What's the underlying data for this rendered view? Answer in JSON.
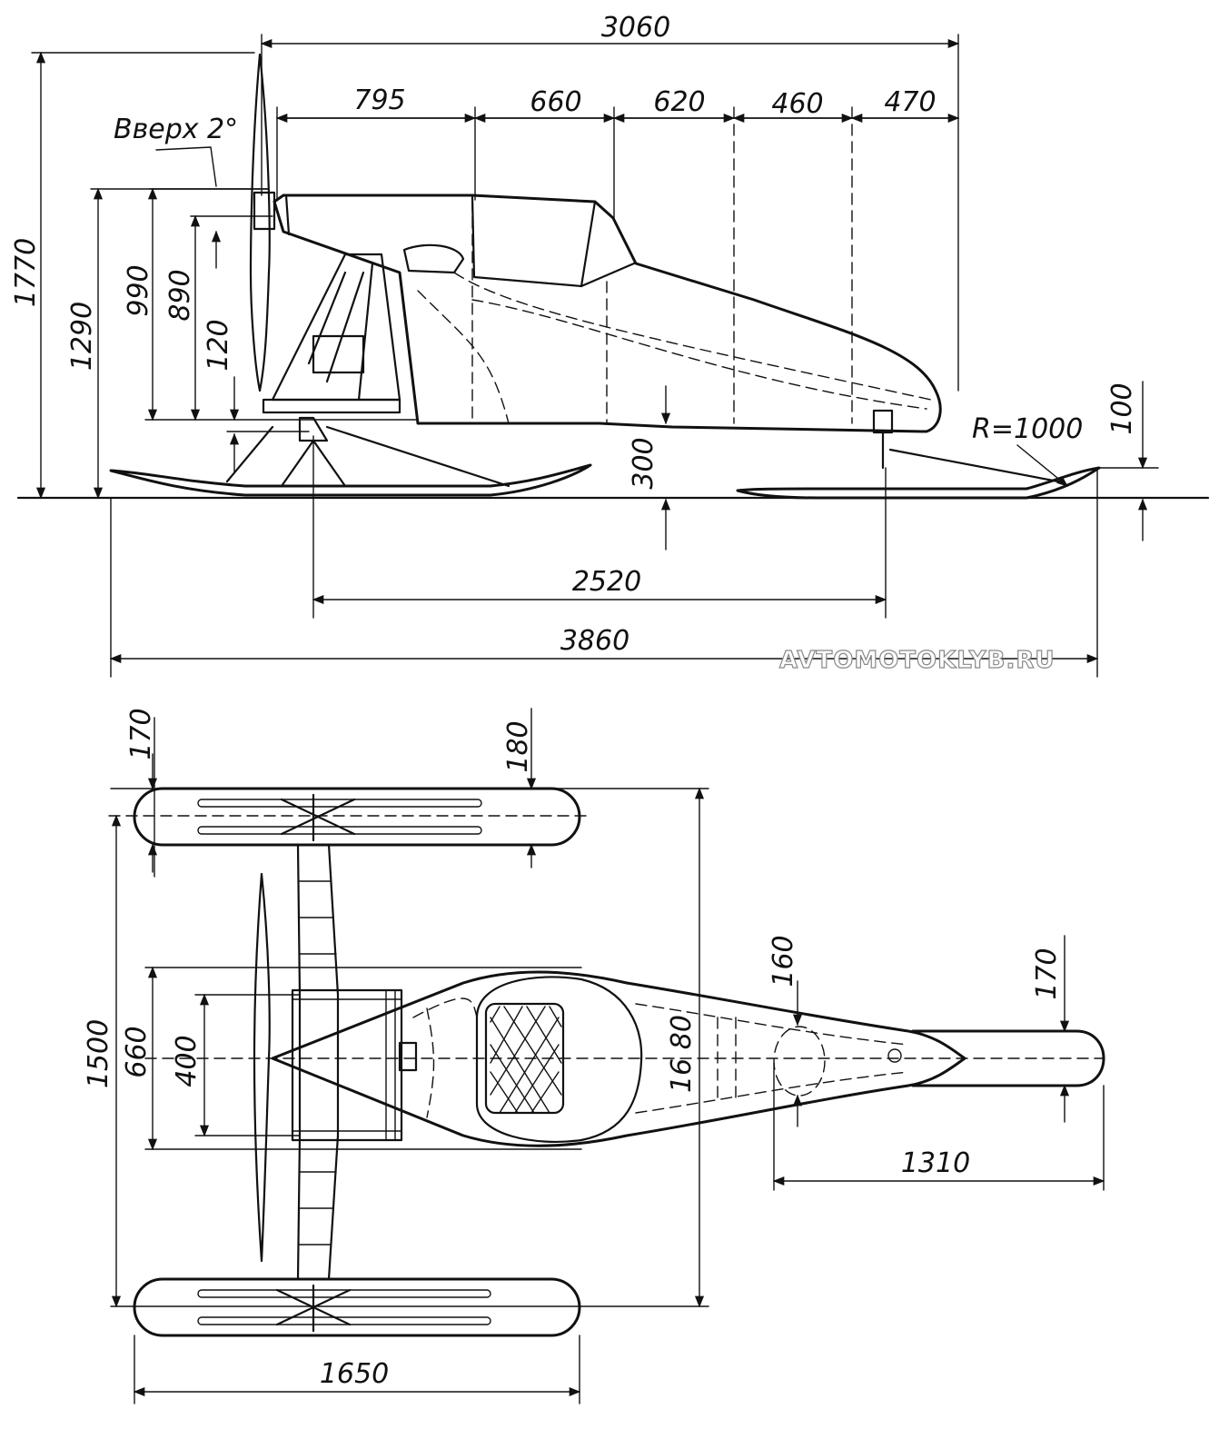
{
  "side_view": {
    "dims": {
      "d3060": "3060",
      "d795": "795",
      "d660": "660",
      "d620": "620",
      "d460": "460",
      "d470": "470",
      "angle": "Вверх 2°",
      "d1770": "1770",
      "d1290": "1290",
      "d990": "990",
      "d890": "890",
      "d120": "120",
      "d300": "300",
      "radius": "R=1000",
      "d100": "100",
      "d2520": "2520",
      "d3860": "3860"
    }
  },
  "top_view": {
    "dims": {
      "d170_top": "170",
      "d180": "180",
      "d1500": "1500",
      "d660": "660",
      "d400": "400",
      "d1680": "16 80",
      "d160": "160",
      "d170_right": "170",
      "d1310": "1310",
      "d1650": "1650"
    }
  },
  "watermark": "AVTOMOTOKLYB.RU"
}
